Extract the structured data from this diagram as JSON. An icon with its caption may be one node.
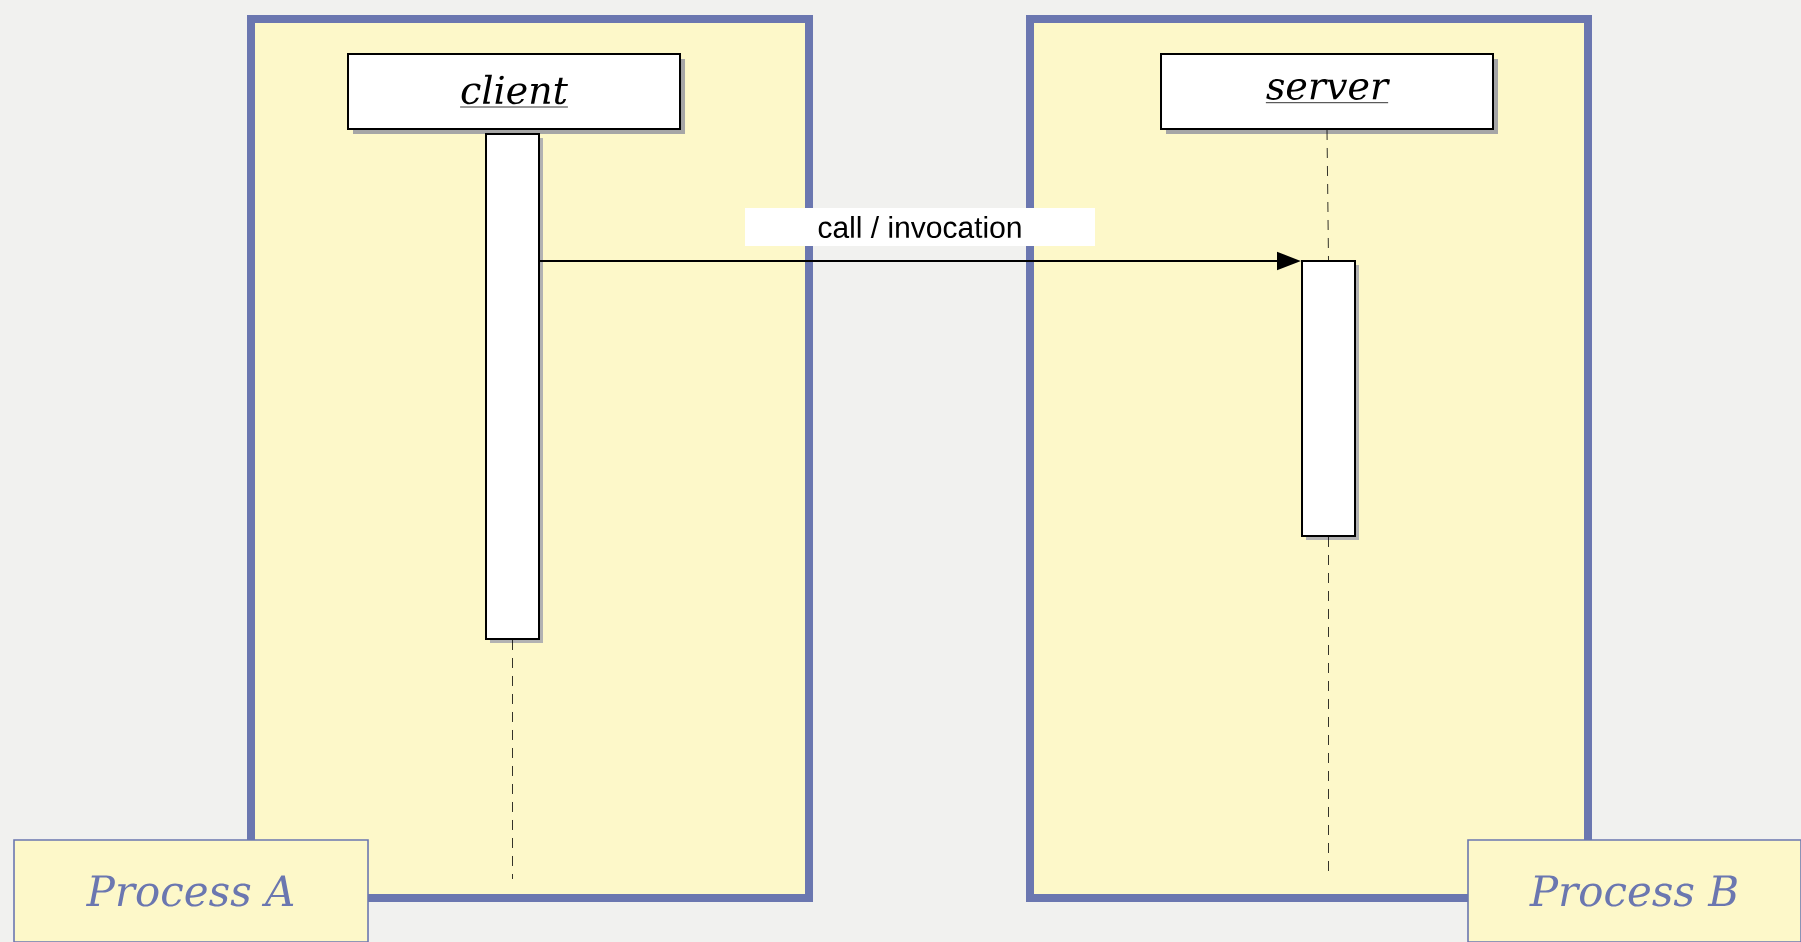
{
  "diagram": {
    "nodes": [
      {
        "text": [
          "Process A"
        ]
      },
      {
        "text": [
          "client"
        ],
        "in": 0
      },
      {
        "text": [],
        "shape": "bar",
        "in": 0
      },
      {
        "text": [
          "Process B"
        ]
      },
      {
        "text": [
          "server"
        ],
        "in": 3
      },
      {
        "text": [],
        "shape": "bar",
        "in": 3
      }
    ],
    "edges": [
      {
        "from": 2,
        "to": 5,
        "arrow": "to",
        "label": "call / invocation"
      },
      {
        "from": 4,
        "to": 5,
        "arrow": "none",
        "style": "dashed"
      },
      {
        "from": 2,
        "to": null,
        "arrow": "none",
        "style": "dashed"
      },
      {
        "from": 5,
        "to": null,
        "arrow": "none",
        "style": "dashed"
      }
    ]
  }
}
